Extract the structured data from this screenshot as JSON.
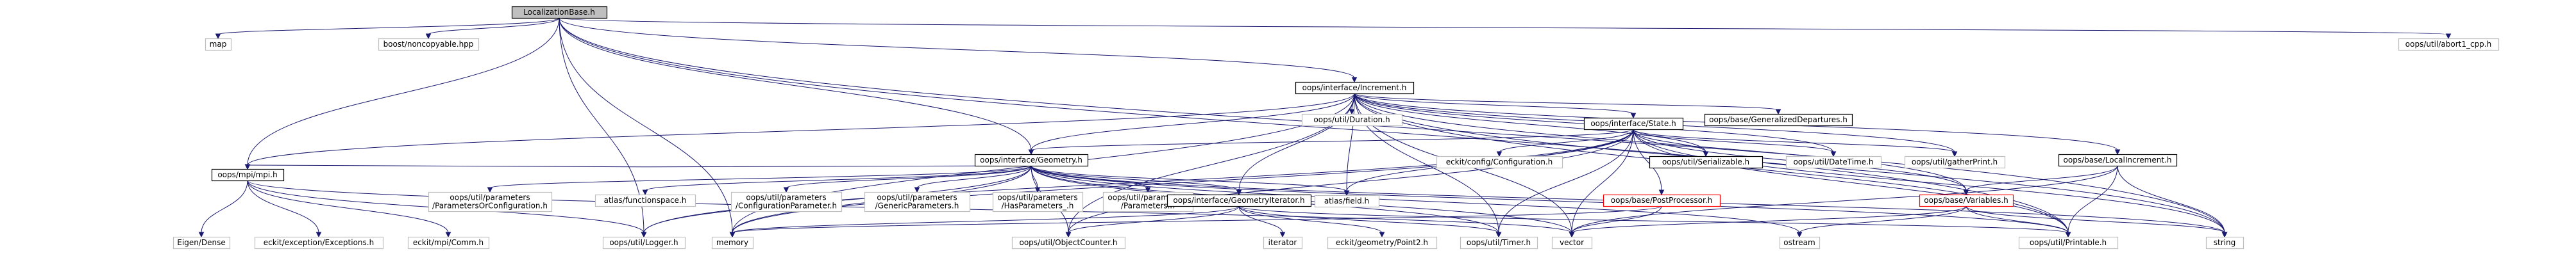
{
  "colors": {
    "edge": "#191970",
    "node_fill": "#ffffff",
    "node_border": "#000000",
    "missing_border": "#bfbfbf",
    "root_fill": "#bfbfbf",
    "link_border": "#ff0000"
  },
  "nodes": {
    "LocalizationBase": {
      "label": "LocalizationBase.h",
      "style": "root"
    },
    "map": {
      "label": "map",
      "style": "missing"
    },
    "boostNC": {
      "label": "boost/noncopyable.hpp",
      "style": "missing"
    },
    "Increment": {
      "label": "oops/interface/Increment.h",
      "style": "normal"
    },
    "abort1": {
      "label": "oops/util/abort1_cpp.h",
      "style": "missing"
    },
    "mpi": {
      "label": "oops/mpi/mpi.h",
      "style": "normal"
    },
    "Duration": {
      "label": "oops/util/Duration.h",
      "style": "missing"
    },
    "State": {
      "label": "oops/interface/State.h",
      "style": "normal"
    },
    "GenDep": {
      "label": "oops/base/GeneralizedDepartures.h",
      "style": "normal"
    },
    "Geometry": {
      "label": "oops/interface/Geometry.h",
      "style": "normal"
    },
    "eckitConfig": {
      "label": "eckit/config/Configuration.h",
      "style": "missing"
    },
    "Serializable": {
      "label": "oops/util/Serializable.h",
      "style": "normal"
    },
    "DateTime": {
      "label": "oops/util/DateTime.h",
      "style": "missing"
    },
    "gatherPrint": {
      "label": "oops/util/gatherPrint.h",
      "style": "missing"
    },
    "LocalIncrement": {
      "label": "oops/base/LocalIncrement.h",
      "style": "normal"
    },
    "ParamsOrConfig": {
      "label": "oops/util/parameters\n/ParametersOrConfiguration.h",
      "style": "missing"
    },
    "functionspace": {
      "label": "atlas/functionspace.h",
      "style": "missing"
    },
    "ConfigParam": {
      "label": "oops/util/parameters\n/ConfigurationParameter.h",
      "style": "missing"
    },
    "GenericParams": {
      "label": "oops/util/parameters\n/GenericParameters.h",
      "style": "missing"
    },
    "HasParams": {
      "label": "oops/util/parameters\n/HasParameters_.h",
      "style": "missing"
    },
    "Parameters": {
      "label": "oops/util/parameters\n/Parameters.h",
      "style": "missing"
    },
    "GeomIter": {
      "label": "oops/interface/GeometryIterator.h",
      "style": "normal"
    },
    "atlasField": {
      "label": "atlas/field.h",
      "style": "missing"
    },
    "PostProcessor": {
      "label": "oops/base/PostProcessor.h",
      "style": "link"
    },
    "Variables": {
      "label": "oops/base/Variables.h",
      "style": "link"
    },
    "EigenDense": {
      "label": "Eigen/Dense",
      "style": "missing"
    },
    "eckitExc": {
      "label": "eckit/exception/Exceptions.h",
      "style": "missing"
    },
    "eckitComm": {
      "label": "eckit/mpi/Comm.h",
      "style": "missing"
    },
    "Logger": {
      "label": "oops/util/Logger.h",
      "style": "missing"
    },
    "memory": {
      "label": "memory",
      "style": "missing"
    },
    "ObjCounter": {
      "label": "oops/util/ObjectCounter.h",
      "style": "missing"
    },
    "iterator": {
      "label": "iterator",
      "style": "missing"
    },
    "Point2": {
      "label": "eckit/geometry/Point2.h",
      "style": "missing"
    },
    "Timer": {
      "label": "oops/util/Timer.h",
      "style": "missing"
    },
    "vector": {
      "label": "vector",
      "style": "missing"
    },
    "ostream": {
      "label": "ostream",
      "style": "missing"
    },
    "Printable": {
      "label": "oops/util/Printable.h",
      "style": "missing"
    },
    "string": {
      "label": "string",
      "style": "missing"
    }
  },
  "edges": [
    [
      "LocalizationBase",
      "map"
    ],
    [
      "LocalizationBase",
      "boostNC"
    ],
    [
      "LocalizationBase",
      "Increment"
    ],
    [
      "LocalizationBase",
      "abort1"
    ],
    [
      "LocalizationBase",
      "mpi"
    ],
    [
      "LocalizationBase",
      "Geometry"
    ],
    [
      "LocalizationBase",
      "Logger"
    ],
    [
      "LocalizationBase",
      "memory"
    ],
    [
      "LocalizationBase",
      "Printable"
    ],
    [
      "LocalizationBase",
      "string"
    ],
    [
      "Increment",
      "Duration"
    ],
    [
      "Increment",
      "State"
    ],
    [
      "Increment",
      "GenDep"
    ],
    [
      "Increment",
      "Geometry"
    ],
    [
      "Increment",
      "Serializable"
    ],
    [
      "Increment",
      "DateTime"
    ],
    [
      "Increment",
      "gatherPrint"
    ],
    [
      "Increment",
      "LocalIncrement"
    ],
    [
      "Increment",
      "GeomIter"
    ],
    [
      "Increment",
      "atlasField"
    ],
    [
      "Increment",
      "Variables"
    ],
    [
      "Increment",
      "mpi"
    ],
    [
      "Increment",
      "memory"
    ],
    [
      "Increment",
      "Timer"
    ],
    [
      "Increment",
      "vector"
    ],
    [
      "Increment",
      "Printable"
    ],
    [
      "Increment",
      "string"
    ],
    [
      "Increment",
      "ObjCounter"
    ],
    [
      "State",
      "eckitConfig"
    ],
    [
      "State",
      "Serializable"
    ],
    [
      "State",
      "DateTime"
    ],
    [
      "State",
      "gatherPrint"
    ],
    [
      "State",
      "Geometry"
    ],
    [
      "State",
      "PostProcessor"
    ],
    [
      "State",
      "Variables"
    ],
    [
      "State",
      "atlasField"
    ],
    [
      "State",
      "Timer"
    ],
    [
      "State",
      "vector"
    ],
    [
      "State",
      "Printable"
    ],
    [
      "State",
      "string"
    ],
    [
      "State",
      "ObjCounter"
    ],
    [
      "State",
      "Logger"
    ],
    [
      "State",
      "memory"
    ],
    [
      "Geometry",
      "ParamsOrConfig"
    ],
    [
      "Geometry",
      "functionspace"
    ],
    [
      "Geometry",
      "ConfigParam"
    ],
    [
      "Geometry",
      "GenericParams"
    ],
    [
      "Geometry",
      "HasParams"
    ],
    [
      "Geometry",
      "Parameters"
    ],
    [
      "Geometry",
      "GeomIter"
    ],
    [
      "Geometry",
      "atlasField"
    ],
    [
      "Geometry",
      "mpi"
    ],
    [
      "Geometry",
      "Logger"
    ],
    [
      "Geometry",
      "memory"
    ],
    [
      "Geometry",
      "ObjCounter"
    ],
    [
      "Geometry",
      "Timer"
    ],
    [
      "Geometry",
      "vector"
    ],
    [
      "Geometry",
      "Printable"
    ],
    [
      "Geometry",
      "string"
    ],
    [
      "Geometry",
      "ostream"
    ],
    [
      "GeomIter",
      "iterator"
    ],
    [
      "GeomIter",
      "Point2"
    ],
    [
      "GeomIter",
      "ObjCounter"
    ],
    [
      "GeomIter",
      "Timer"
    ],
    [
      "GeomIter",
      "Printable"
    ],
    [
      "GeomIter",
      "memory"
    ],
    [
      "LocalIncrement",
      "Variables"
    ],
    [
      "LocalIncrement",
      "vector"
    ],
    [
      "LocalIncrement",
      "Printable"
    ],
    [
      "LocalIncrement",
      "string"
    ],
    [
      "PostProcessor",
      "vector"
    ],
    [
      "PostProcessor",
      "memory"
    ],
    [
      "Variables",
      "ostream"
    ],
    [
      "Variables",
      "vector"
    ],
    [
      "Variables",
      "Printable"
    ],
    [
      "Variables",
      "string"
    ],
    [
      "mpi",
      "EigenDense"
    ],
    [
      "mpi",
      "eckitExc"
    ],
    [
      "mpi",
      "eckitComm"
    ],
    [
      "mpi",
      "Logger"
    ],
    [
      "mpi",
      "vector"
    ]
  ]
}
